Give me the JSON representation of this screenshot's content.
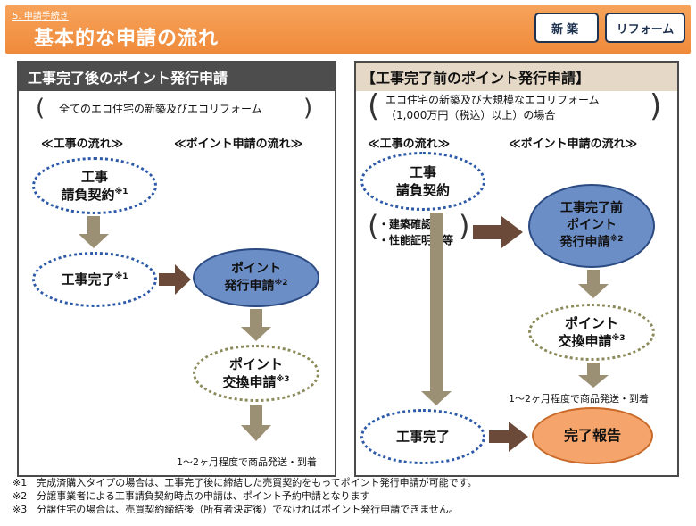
{
  "header": {
    "section_label": "5. 申請手続き",
    "title": "基本的な申請の流れ",
    "tabs": [
      "新築",
      "リフォーム"
    ]
  },
  "left_panel": {
    "title": "工事完了後のポイント発行申請",
    "condition": "全てのエコ住宅の新築及びエコリフォーム",
    "flow_heading": "≪工事の流れ≫",
    "point_heading": "≪ポイント申請の流れ≫",
    "node_contract_line1": "工事",
    "node_contract_line2": "請負契約",
    "node_contract_note": "※1",
    "node_complete": "工事完了",
    "node_complete_note": "※1",
    "node_issue_line1": "ポイント",
    "node_issue_line2": "発行申請",
    "node_issue_note": "※2",
    "node_exchange_line1": "ポイント",
    "node_exchange_line2": "交換申請",
    "node_exchange_note": "※3",
    "delivery_note": "1～2ヶ月程度で商品発送・到着"
  },
  "right_panel": {
    "title": "【工事完了前のポイント発行申請】",
    "condition_line1": "エコ住宅の新築及び大規模なエコリフォーム",
    "condition_line2": "（1,000万円（税込）以上）の場合",
    "flow_heading": "≪工事の流れ≫",
    "point_heading": "≪ポイント申請の流れ≫",
    "node_contract_line1": "工事",
    "node_contract_line2": "請負契約",
    "check_line1": "・建築確認",
    "check_line2": "・性能証明　等",
    "node_issue_line1": "工事完了前",
    "node_issue_line2": "ポイント",
    "node_issue_line3": "発行申請",
    "node_issue_note": "※2",
    "node_exchange_line1": "ポイント",
    "node_exchange_line2": "交換申請",
    "node_exchange_note": "※3",
    "delivery_note": "1～2ヶ月程度で商品発送・到着",
    "node_complete": "工事完了",
    "node_report": "完了報告"
  },
  "footnotes": [
    "※1　完成済購入タイプの場合は、工事完了後に締結した売買契約をもってポイント発行申請が可能です。",
    "※2　分譲事業者による工事請負契約時点の申請は、ポイント予約申請となります",
    "※3　分譲住宅の場合は、売買契約締結後（所有者決定後）でなければポイント発行申請できません。"
  ],
  "colors": {
    "header_orange": "#f08a3a",
    "navy": "#1f3350",
    "arrow": "#9b8f74",
    "arrow_dark": "#6b4a3a",
    "blue_fill": "#6c8ec7",
    "orange_fill": "#f5a46b"
  }
}
